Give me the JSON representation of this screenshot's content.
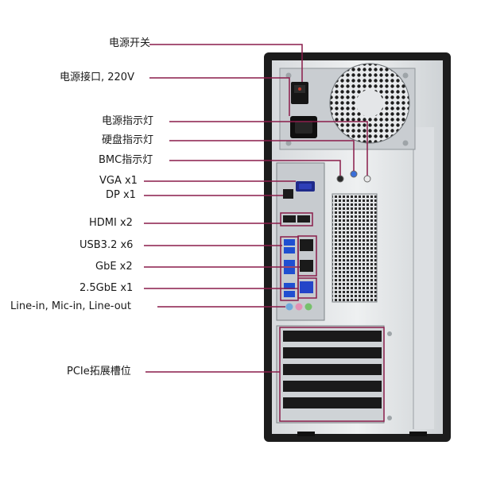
{
  "accent_color": "#8a1c4a",
  "labels": {
    "power_switch": "电源开关",
    "power_socket": "电源接口, 220V",
    "power_led": "电源指示灯",
    "hdd_led": "硬盘指示灯",
    "bmc_led": "BMC指示灯",
    "vga": "VGA x1",
    "dp": "DP x1",
    "hdmi": "HDMI x2",
    "usb": "USB3.2 x6",
    "gbe": "GbE x2",
    "gbe25": "2.5GbE x1",
    "audio": "Line-in, Mic-in, Line-out",
    "pcie": "PCIe拓展槽位"
  }
}
